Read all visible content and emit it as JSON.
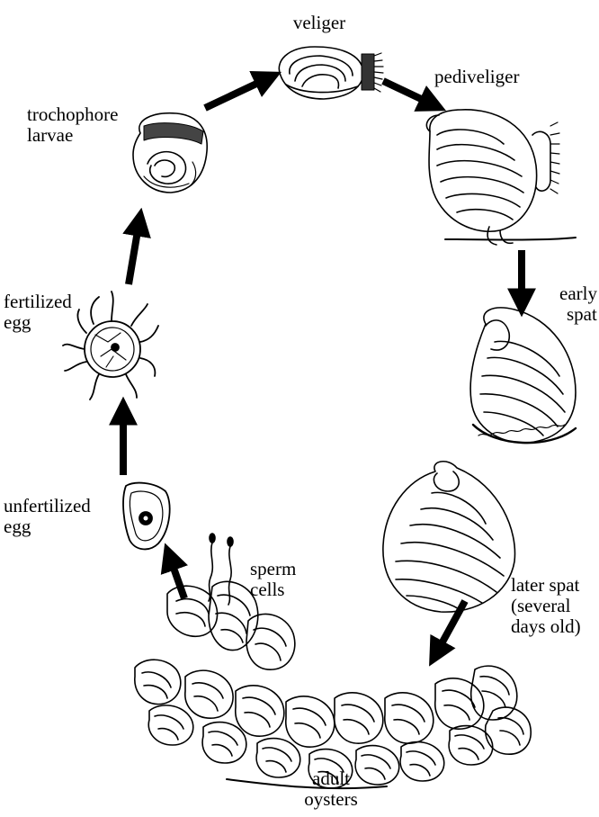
{
  "diagram": {
    "stages": {
      "veliger": "veliger",
      "pediveliger": "pediveliger",
      "early_spat_line1": "early",
      "early_spat_line2": "spat",
      "later_spat_line1": "later spat",
      "later_spat_line2": "(several",
      "later_spat_line3": "days old)",
      "adult_line1": "adult",
      "adult_line2": "oysters",
      "sperm_line1": "sperm",
      "sperm_line2": "cells",
      "unfertilized_line1": "unfertilized",
      "unfertilized_line2": "egg",
      "fertilized_line1": "fertilized",
      "fertilized_line2": "egg",
      "trochophore_line1": "trochophore",
      "trochophore_line2": "larvae"
    },
    "colors": {
      "ink": "#000000",
      "background": "#ffffff"
    }
  }
}
